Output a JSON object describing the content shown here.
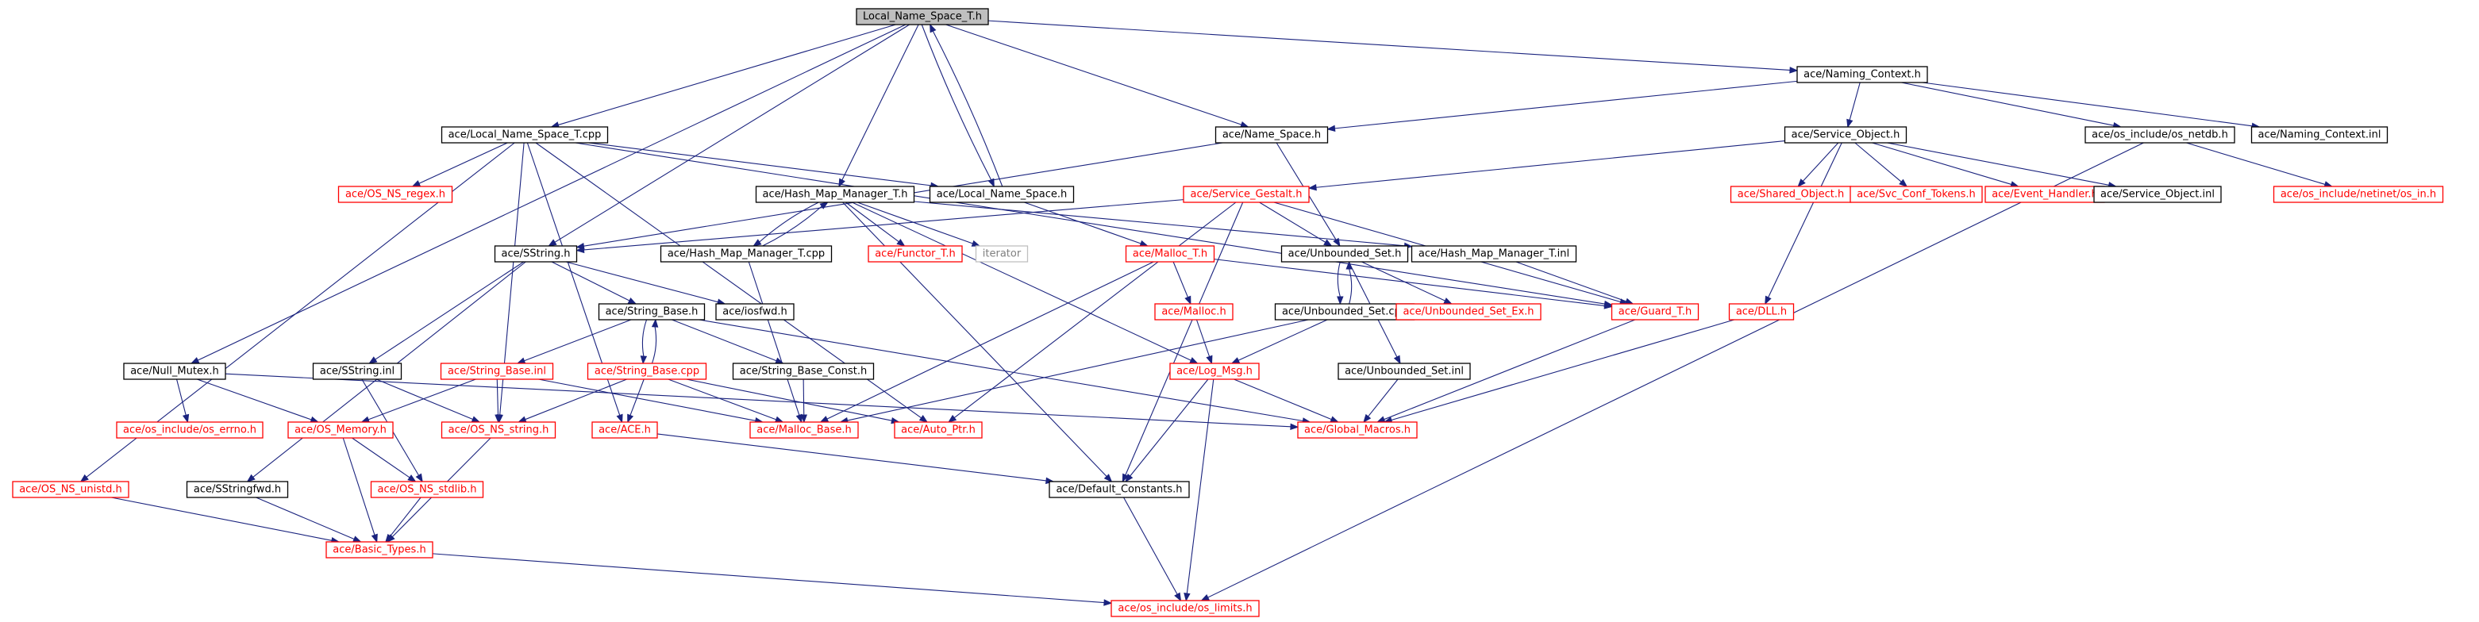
{
  "colors": {
    "edge": "#1a237e",
    "documented_border": "#000000",
    "undocumented_border": "#ff0000",
    "external_border": "#bfbfbf",
    "root_fill": "#bfbfbf",
    "text": "#000000",
    "undocumented_text": "#ff0000",
    "external_text": "#7f7f7f"
  },
  "nodes": [
    {
      "id": "root",
      "label": "Local_Name_Space_T.h",
      "kind": "root"
    },
    {
      "id": "naming_context",
      "label": "ace/Naming_Context.h",
      "kind": "doc"
    },
    {
      "id": "lns_t_cpp",
      "label": "ace/Local_Name_Space_T.cpp",
      "kind": "doc"
    },
    {
      "id": "name_space",
      "label": "ace/Name_Space.h",
      "kind": "doc"
    },
    {
      "id": "service_object",
      "label": "ace/Service_Object.h",
      "kind": "doc"
    },
    {
      "id": "os_netdb",
      "label": "ace/os_include/os_netdb.h",
      "kind": "doc"
    },
    {
      "id": "naming_context_inl",
      "label": "ace/Naming_Context.inl",
      "kind": "doc"
    },
    {
      "id": "os_ns_regex",
      "label": "ace/OS_NS_regex.h",
      "kind": "undoc"
    },
    {
      "id": "hmm_t",
      "label": "ace/Hash_Map_Manager_T.h",
      "kind": "doc"
    },
    {
      "id": "local_name_space",
      "label": "ace/Local_Name_Space.h",
      "kind": "doc"
    },
    {
      "id": "service_gestalt",
      "label": "ace/Service_Gestalt.h",
      "kind": "undoc"
    },
    {
      "id": "shared_object",
      "label": "ace/Shared_Object.h",
      "kind": "undoc"
    },
    {
      "id": "svc_conf_tokens",
      "label": "ace/Svc_Conf_Tokens.h",
      "kind": "undoc"
    },
    {
      "id": "event_handler",
      "label": "ace/Event_Handler.h",
      "kind": "undoc"
    },
    {
      "id": "service_object_inl",
      "label": "ace/Service_Object.inl",
      "kind": "doc"
    },
    {
      "id": "netinet_in",
      "label": "ace/os_include/netinet/os_in.h",
      "kind": "undoc"
    },
    {
      "id": "sstring",
      "label": "ace/SString.h",
      "kind": "doc"
    },
    {
      "id": "hmm_t_cpp",
      "label": "ace/Hash_Map_Manager_T.cpp",
      "kind": "doc"
    },
    {
      "id": "functor_t",
      "label": "ace/Functor_T.h",
      "kind": "undoc"
    },
    {
      "id": "iterator",
      "label": "iterator",
      "kind": "ext"
    },
    {
      "id": "malloc_t",
      "label": "ace/Malloc_T.h",
      "kind": "undoc"
    },
    {
      "id": "unbounded_set",
      "label": "ace/Unbounded_Set.h",
      "kind": "doc"
    },
    {
      "id": "hmm_t_inl",
      "label": "ace/Hash_Map_Manager_T.inl",
      "kind": "doc"
    },
    {
      "id": "string_base",
      "label": "ace/String_Base.h",
      "kind": "doc"
    },
    {
      "id": "iosfwd",
      "label": "ace/iosfwd.h",
      "kind": "doc"
    },
    {
      "id": "malloc_h",
      "label": "ace/Malloc.h",
      "kind": "undoc"
    },
    {
      "id": "unbounded_set_cpp",
      "label": "ace/Unbounded_Set.cpp",
      "kind": "doc"
    },
    {
      "id": "unbounded_set_ex",
      "label": "ace/Unbounded_Set_Ex.h",
      "kind": "undoc"
    },
    {
      "id": "guard_t",
      "label": "ace/Guard_T.h",
      "kind": "undoc"
    },
    {
      "id": "dll",
      "label": "ace/DLL.h",
      "kind": "undoc"
    },
    {
      "id": "null_mutex",
      "label": "ace/Null_Mutex.h",
      "kind": "doc"
    },
    {
      "id": "sstring_inl",
      "label": "ace/SString.inl",
      "kind": "doc"
    },
    {
      "id": "string_base_inl",
      "label": "ace/String_Base.inl",
      "kind": "undoc"
    },
    {
      "id": "string_base_cpp",
      "label": "ace/String_Base.cpp",
      "kind": "undoc"
    },
    {
      "id": "string_base_const",
      "label": "ace/String_Base_Const.h",
      "kind": "doc"
    },
    {
      "id": "log_msg",
      "label": "ace/Log_Msg.h",
      "kind": "undoc"
    },
    {
      "id": "unbounded_set_inl",
      "label": "ace/Unbounded_Set.inl",
      "kind": "doc"
    },
    {
      "id": "os_errno",
      "label": "ace/os_include/os_errno.h",
      "kind": "undoc"
    },
    {
      "id": "os_memory",
      "label": "ace/OS_Memory.h",
      "kind": "undoc"
    },
    {
      "id": "os_ns_string",
      "label": "ace/OS_NS_string.h",
      "kind": "undoc"
    },
    {
      "id": "ace_h",
      "label": "ace/ACE.h",
      "kind": "undoc"
    },
    {
      "id": "malloc_base",
      "label": "ace/Malloc_Base.h",
      "kind": "undoc"
    },
    {
      "id": "auto_ptr",
      "label": "ace/Auto_Ptr.h",
      "kind": "undoc"
    },
    {
      "id": "global_macros",
      "label": "ace/Global_Macros.h",
      "kind": "undoc"
    },
    {
      "id": "os_ns_unistd",
      "label": "ace/OS_NS_unistd.h",
      "kind": "undoc"
    },
    {
      "id": "sstringfwd",
      "label": "ace/SStringfwd.h",
      "kind": "doc"
    },
    {
      "id": "os_ns_stdlib",
      "label": "ace/OS_NS_stdlib.h",
      "kind": "undoc"
    },
    {
      "id": "default_constants",
      "label": "ace/Default_Constants.h",
      "kind": "doc"
    },
    {
      "id": "basic_types",
      "label": "ace/Basic_Types.h",
      "kind": "undoc"
    },
    {
      "id": "os_limits",
      "label": "ace/os_include/os_limits.h",
      "kind": "undoc"
    }
  ],
  "edges": [
    [
      "root",
      "naming_context"
    ],
    [
      "root",
      "lns_t_cpp"
    ],
    [
      "root",
      "name_space"
    ],
    [
      "root",
      "hmm_t"
    ],
    [
      "root",
      "local_name_space"
    ],
    [
      "root",
      "sstring"
    ],
    [
      "root",
      "null_mutex"
    ],
    [
      "naming_context",
      "name_space"
    ],
    [
      "naming_context",
      "service_object"
    ],
    [
      "naming_context",
      "os_netdb"
    ],
    [
      "naming_context",
      "naming_context_inl"
    ],
    [
      "name_space",
      "sstring"
    ],
    [
      "name_space",
      "unbounded_set"
    ],
    [
      "service_object",
      "service_gestalt"
    ],
    [
      "service_object",
      "shared_object"
    ],
    [
      "service_object",
      "svc_conf_tokens"
    ],
    [
      "service_object",
      "event_handler"
    ],
    [
      "service_object",
      "service_object_inl"
    ],
    [
      "service_object",
      "dll"
    ],
    [
      "os_netdb",
      "netinet_in"
    ],
    [
      "os_netdb",
      "os_limits"
    ],
    [
      "lns_t_cpp",
      "os_ns_regex"
    ],
    [
      "lns_t_cpp",
      "local_name_space"
    ],
    [
      "lns_t_cpp",
      "guard_t"
    ],
    [
      "lns_t_cpp",
      "auto_ptr"
    ],
    [
      "lns_t_cpp",
      "os_ns_unistd"
    ],
    [
      "lns_t_cpp",
      "os_ns_string"
    ],
    [
      "lns_t_cpp",
      "ace_h"
    ],
    [
      "local_name_space",
      "root"
    ],
    [
      "local_name_space",
      "malloc_t"
    ],
    [
      "hmm_t",
      "hmm_t_cpp"
    ],
    [
      "hmm_t",
      "functor_t"
    ],
    [
      "hmm_t",
      "iterator"
    ],
    [
      "hmm_t",
      "log_msg"
    ],
    [
      "hmm_t",
      "hmm_t_inl"
    ],
    [
      "hmm_t",
      "default_constants"
    ],
    [
      "hmm_t_cpp",
      "hmm_t"
    ],
    [
      "hmm_t_cpp",
      "malloc_base"
    ],
    [
      "service_gestalt",
      "sstring"
    ],
    [
      "service_gestalt",
      "unbounded_set"
    ],
    [
      "service_gestalt",
      "guard_t"
    ],
    [
      "service_gestalt",
      "default_constants"
    ],
    [
      "service_gestalt",
      "auto_ptr"
    ],
    [
      "sstring",
      "string_base"
    ],
    [
      "sstring",
      "iosfwd"
    ],
    [
      "sstring",
      "sstring_inl"
    ],
    [
      "sstring",
      "sstringfwd"
    ],
    [
      "string_base",
      "string_base_const"
    ],
    [
      "string_base",
      "string_base_inl"
    ],
    [
      "string_base",
      "string_base_cpp"
    ],
    [
      "string_base",
      "global_macros"
    ],
    [
      "string_base_cpp",
      "string_base"
    ],
    [
      "string_base_cpp",
      "malloc_base"
    ],
    [
      "string_base_cpp",
      "auto_ptr"
    ],
    [
      "string_base_cpp",
      "os_ns_string"
    ],
    [
      "string_base_cpp",
      "ace_h"
    ],
    [
      "string_base_inl",
      "malloc_base"
    ],
    [
      "string_base_inl",
      "os_memory"
    ],
    [
      "string_base_inl",
      "os_ns_string"
    ],
    [
      "string_base_const",
      "malloc_base"
    ],
    [
      "sstring_inl",
      "os_ns_string"
    ],
    [
      "sstring_inl",
      "os_ns_stdlib"
    ],
    [
      "malloc_t",
      "malloc_h"
    ],
    [
      "malloc_t",
      "malloc_base"
    ],
    [
      "malloc_t",
      "guard_t"
    ],
    [
      "malloc_h",
      "log_msg"
    ],
    [
      "unbounded_set",
      "unbounded_set_cpp"
    ],
    [
      "unbounded_set",
      "unbounded_set_ex"
    ],
    [
      "unbounded_set",
      "unbounded_set_inl"
    ],
    [
      "unbounded_set_cpp",
      "unbounded_set"
    ],
    [
      "unbounded_set_cpp",
      "malloc_base"
    ],
    [
      "unbounded_set_cpp",
      "log_msg"
    ],
    [
      "hmm_t_inl",
      "guard_t"
    ],
    [
      "guard_t",
      "global_macros"
    ],
    [
      "dll",
      "global_macros"
    ],
    [
      "null_mutex",
      "os_errno"
    ],
    [
      "null_mutex",
      "os_memory"
    ],
    [
      "null_mutex",
      "global_macros"
    ],
    [
      "unbounded_set_inl",
      "global_macros"
    ],
    [
      "log_msg",
      "default_constants"
    ],
    [
      "log_msg",
      "global_macros"
    ],
    [
      "log_msg",
      "os_limits"
    ],
    [
      "os_memory",
      "os_ns_stdlib"
    ],
    [
      "os_memory",
      "basic_types"
    ],
    [
      "os_ns_string",
      "basic_types"
    ],
    [
      "ace_h",
      "default_constants"
    ],
    [
      "os_ns_stdlib",
      "basic_types"
    ],
    [
      "os_ns_unistd",
      "basic_types"
    ],
    [
      "sstringfwd",
      "basic_types"
    ],
    [
      "default_constants",
      "os_limits"
    ],
    [
      "basic_types",
      "os_limits"
    ]
  ]
}
